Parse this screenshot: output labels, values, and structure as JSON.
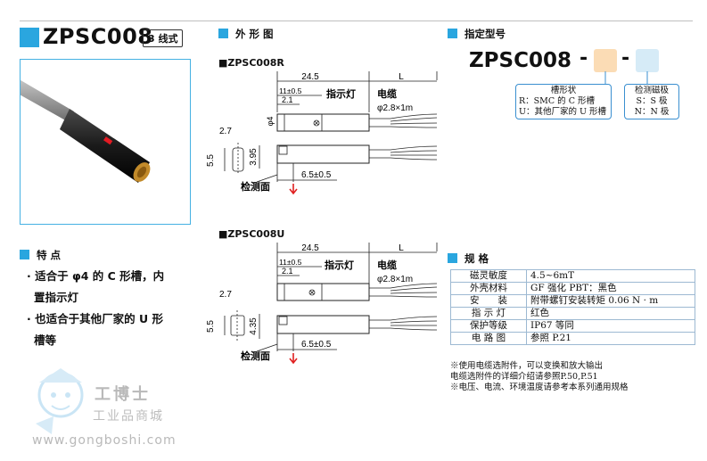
{
  "header": {
    "title": "ZPSC008",
    "badge": "3 线式"
  },
  "sections": {
    "outline": "外 形 图",
    "model_spec": "指定型号",
    "features": "特 点",
    "specs": "规 格"
  },
  "drawing_r": {
    "label": "■ZPSC008R",
    "dim_length": "24.5",
    "dim_L": "L",
    "dim_11": "11±0.5",
    "dim_21": "2.1",
    "indicator": "指示灯",
    "cable": "电缆",
    "cable_dia": "φ2.8×1m",
    "dim_27": "2.7",
    "dim_phi4": "φ4",
    "dim_55": "5.5",
    "dim_395": "3.95",
    "detect_face": "检测面",
    "dim_65": "6.5±0.5"
  },
  "drawing_u": {
    "label": "■ZPSC008U",
    "dim_length": "24.5",
    "dim_L": "L",
    "dim_11": "11±0.5",
    "dim_21": "2.1",
    "indicator": "指示灯",
    "cable": "电缆",
    "cable_dia": "φ2.8×1m",
    "dim_27": "2.7",
    "dim_55": "5.5",
    "dim_435": "4.35",
    "detect_face": "检测面",
    "dim_65": "6.5±0.5"
  },
  "model": {
    "code": "ZPSC008",
    "dash": "-",
    "groove": {
      "title": "槽形状",
      "line1": "R：SMC 的 C 形槽",
      "line2": "U：其他厂家的 U 形槽"
    },
    "magnet": {
      "title": "检测磁极",
      "line1": "S：S 极",
      "line2": "N：N 极"
    }
  },
  "features": [
    "· 适合于 φ4 的 C 形槽，内",
    "置指示灯",
    "· 也适合于其他厂家的 U 形",
    "槽等"
  ],
  "specs": [
    {
      "key": "磁灵敏度",
      "value": "4.5~6mT"
    },
    {
      "key": "外壳材料",
      "value": "GF 强化 PBT：黑色"
    },
    {
      "key": "安　　装",
      "value": "附带螺钉安装转矩 0.06 N · m"
    },
    {
      "key": "指 示 灯",
      "value": "红色"
    },
    {
      "key": "保护等级",
      "value": "IP67 等同"
    },
    {
      "key": "电 路 图",
      "value": "参照 P.21"
    }
  ],
  "notes": [
    "※使用电缆选附件，可以变换和放大输出",
    "电缆选附件的详细介绍请参照P.50,P.51",
    "※电压、电流、环境温度请参考本系列通用规格"
  ],
  "watermark": {
    "brand": "工博士",
    "mall": "工业品商城",
    "url": "www.gongboshi.com"
  },
  "colors": {
    "accent": "#2aa6df",
    "box_orange": "#fbdcb5",
    "box_blue": "#d6ebf7",
    "arrow_red": "#e02020"
  }
}
